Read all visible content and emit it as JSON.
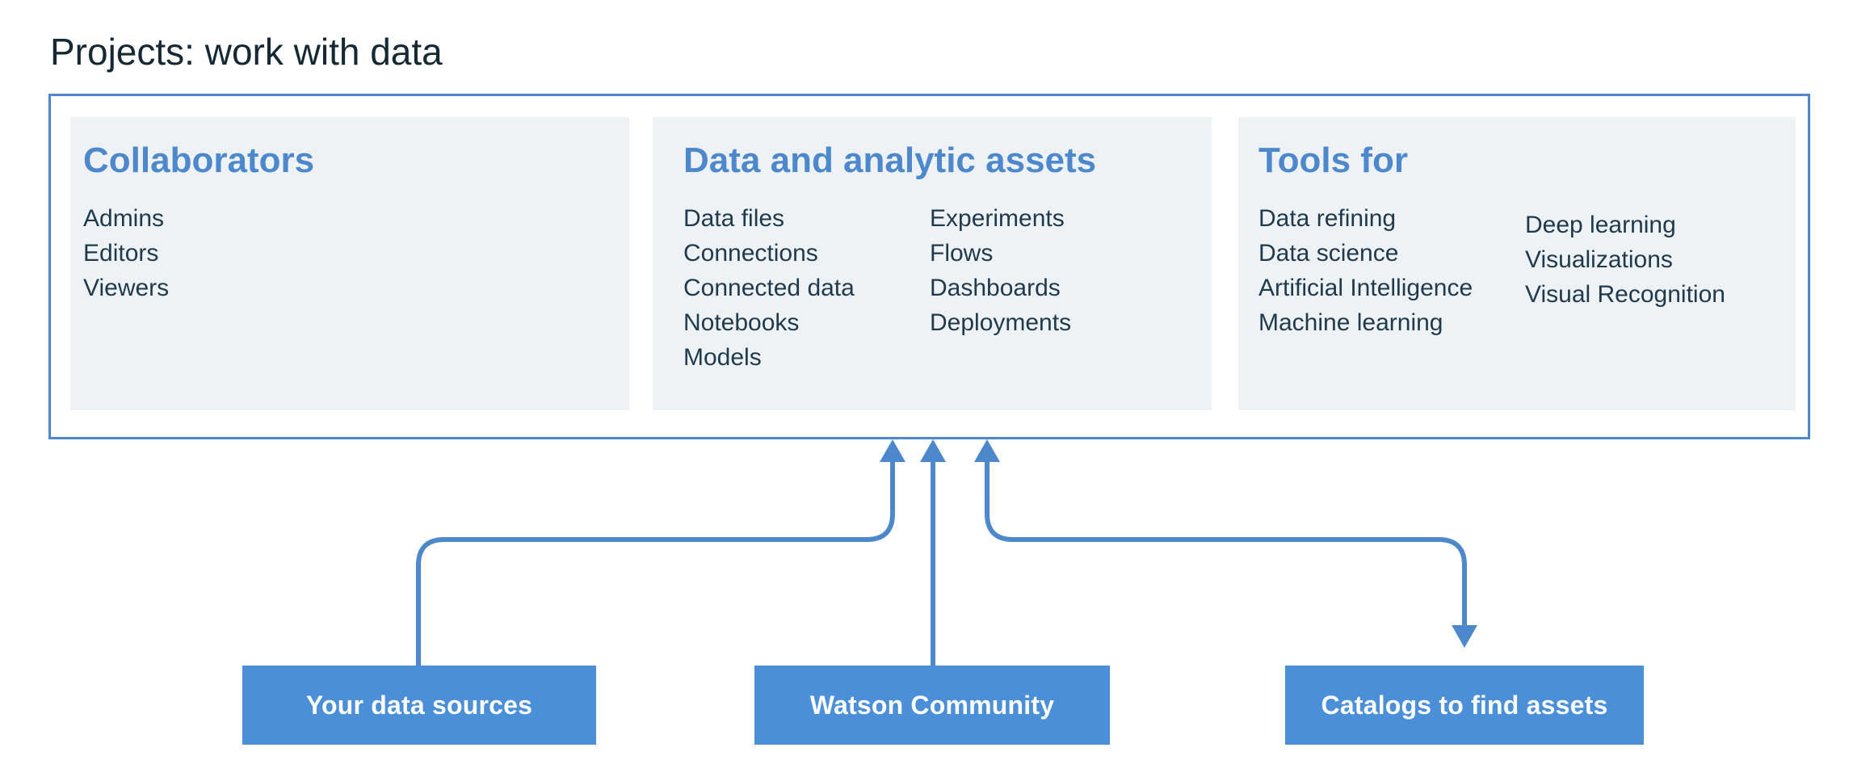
{
  "title": "Projects: work with data",
  "colors": {
    "accent": "#4c88cb",
    "panel": "#eff2f5",
    "box_blue": "#4b8fd8",
    "title_text": "#152935",
    "item_text": "#1e3a4c",
    "box_text": "#fdfefe"
  },
  "panels": [
    {
      "heading": "Collaborators",
      "columns": [
        [
          "Admins",
          "Editors",
          "Viewers"
        ]
      ]
    },
    {
      "heading": "Data and analytic assets",
      "columns": [
        [
          "Data files",
          "Connections",
          "Connected data",
          "Notebooks",
          "Models"
        ],
        [
          "Experiments",
          "Flows",
          "Dashboards",
          "Deployments"
        ]
      ]
    },
    {
      "heading": "Tools for",
      "columns": [
        [
          "Data refining",
          "Data science",
          "Artificial Intelligence",
          "Machine learning"
        ],
        [
          "Deep learning",
          "Visualizations",
          "Visual Recognition"
        ]
      ]
    }
  ],
  "sources": [
    {
      "label": "Your data sources",
      "arrow": "into-project"
    },
    {
      "label": "Watson Community",
      "arrow": "into-project"
    },
    {
      "label": "Catalogs to find assets",
      "arrow": "bidirectional"
    }
  ]
}
